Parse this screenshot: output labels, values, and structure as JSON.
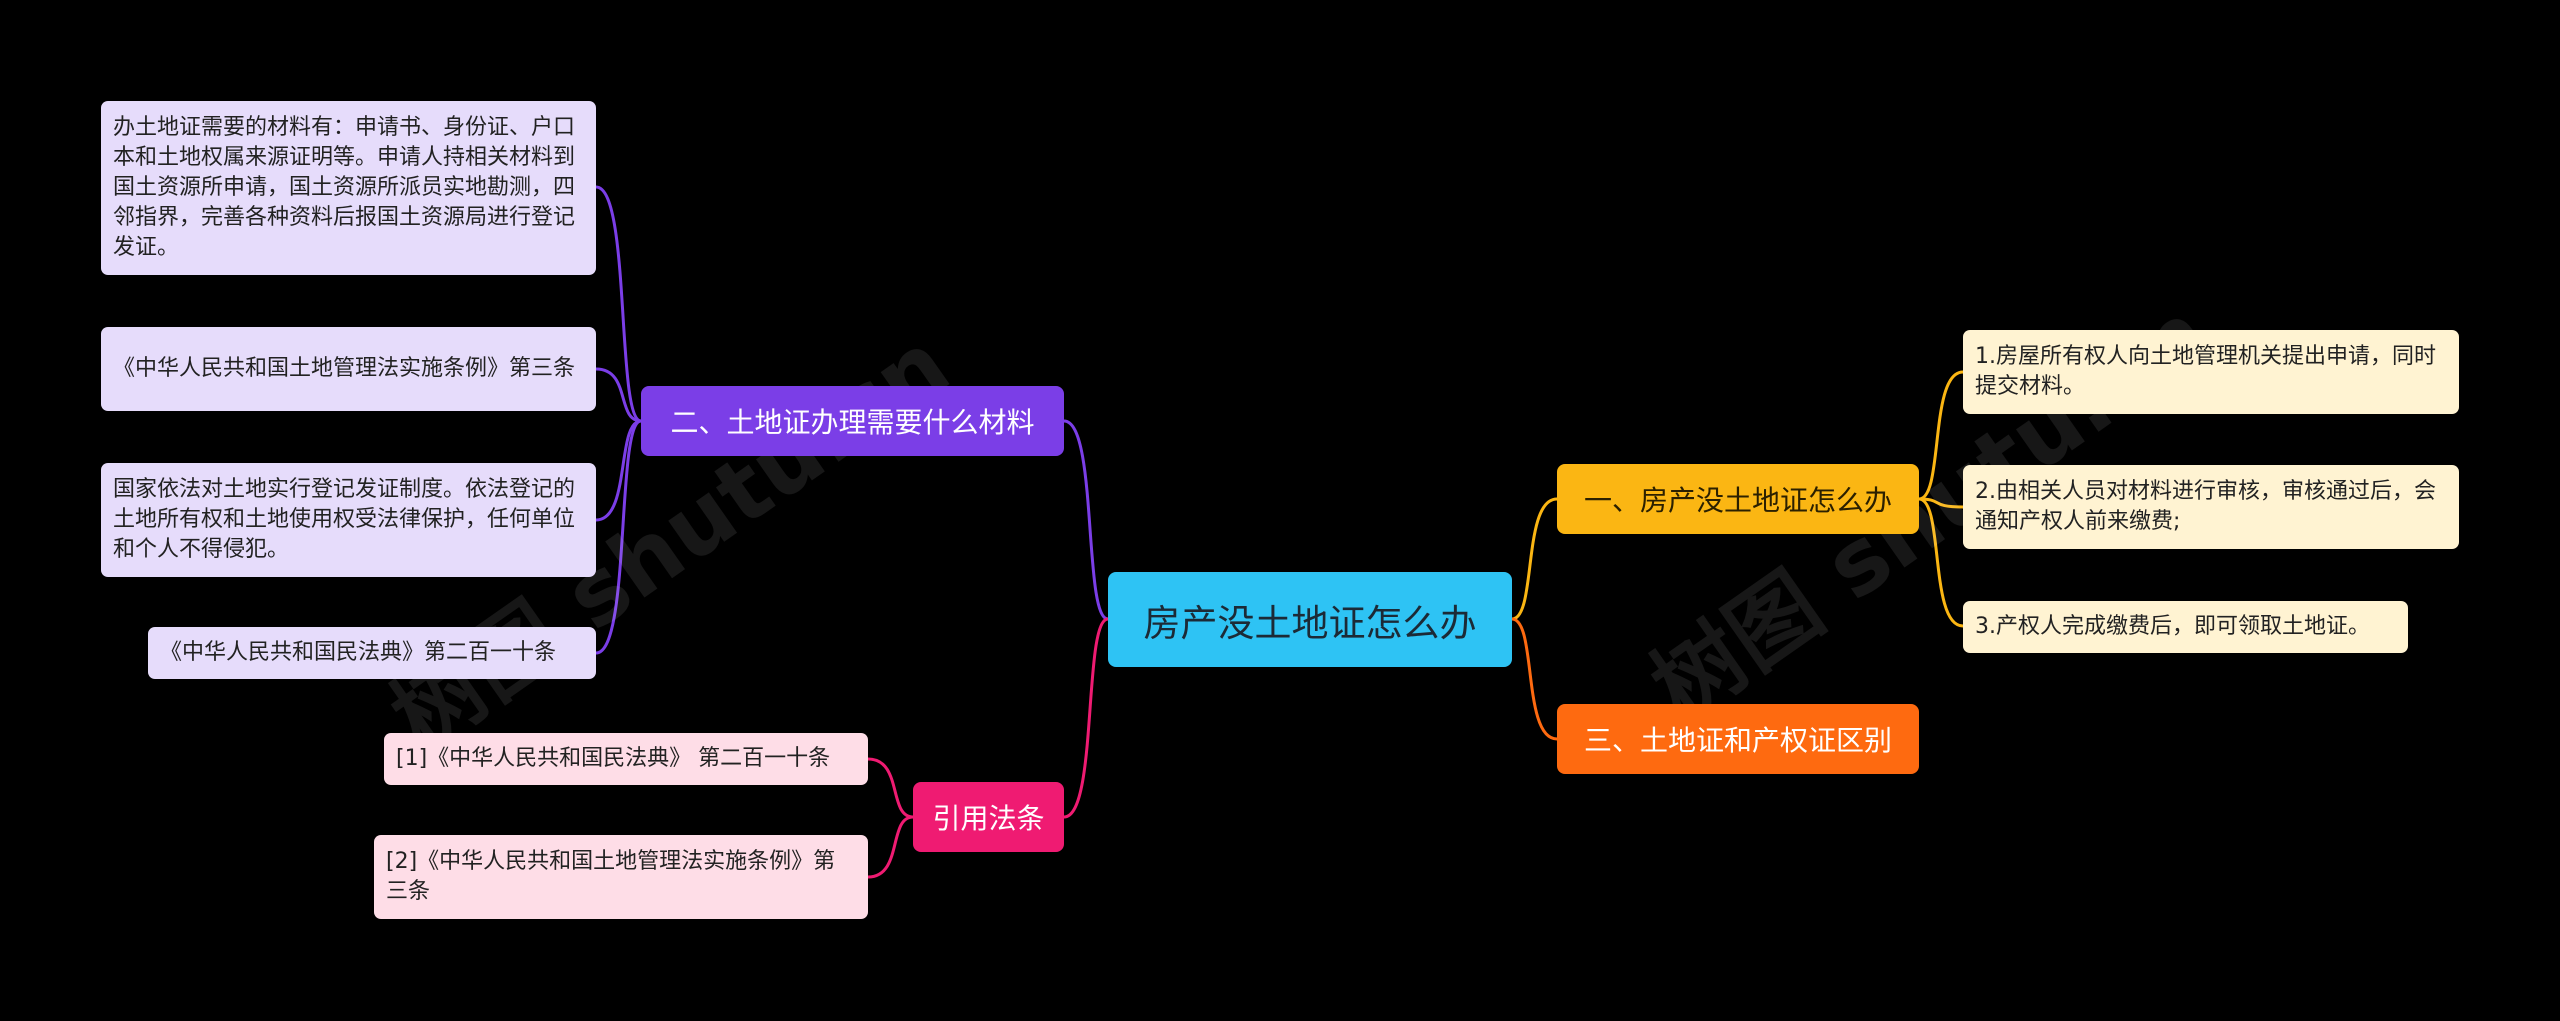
{
  "center": {
    "label": "房产没土地证怎么办"
  },
  "branches": {
    "b1": {
      "label": "一、房产没土地证怎么办",
      "items": [
        "1.房屋所有权人向土地管理机关提出申请，同时提交材料。",
        "2.由相关人员对材料进行审核，审核通过后，会通知产权人前来缴费;",
        "3.产权人完成缴费后，即可领取土地证。"
      ]
    },
    "b2": {
      "label": "二、土地证办理需要什么材料",
      "items": [
        "办土地证需要的材料有：申请书、身份证、户口本和土地权属来源证明等。申请人持相关材料到国土资源所申请，国土资源所派员实地勘测，四邻指界，完善各种资料后报国土资源局进行登记发证。",
        "《中华人民共和国土地管理法实施条例》第三条",
        "国家依法对土地实行登记发证制度。依法登记的土地所有权和土地使用权受法律保护，任何单位和个人不得侵犯。",
        "《中华人民共和国民法典》第二百一十条"
      ]
    },
    "b3": {
      "label": "三、土地证和产权证区别"
    },
    "b4": {
      "label": "引用法条",
      "items": [
        "[1]《中华人民共和国民法典》 第二百一十条",
        "[2]《中华人民共和国土地管理法实施条例》第三条"
      ]
    }
  },
  "watermark": "树图 shutu.cn",
  "colors": {
    "background": "#000000",
    "center": "#2ec3f4",
    "branch1": "#fbb613",
    "branch2": "#7b3ee7",
    "branch3": "#fe6a10",
    "branch4": "#ef1b72"
  }
}
